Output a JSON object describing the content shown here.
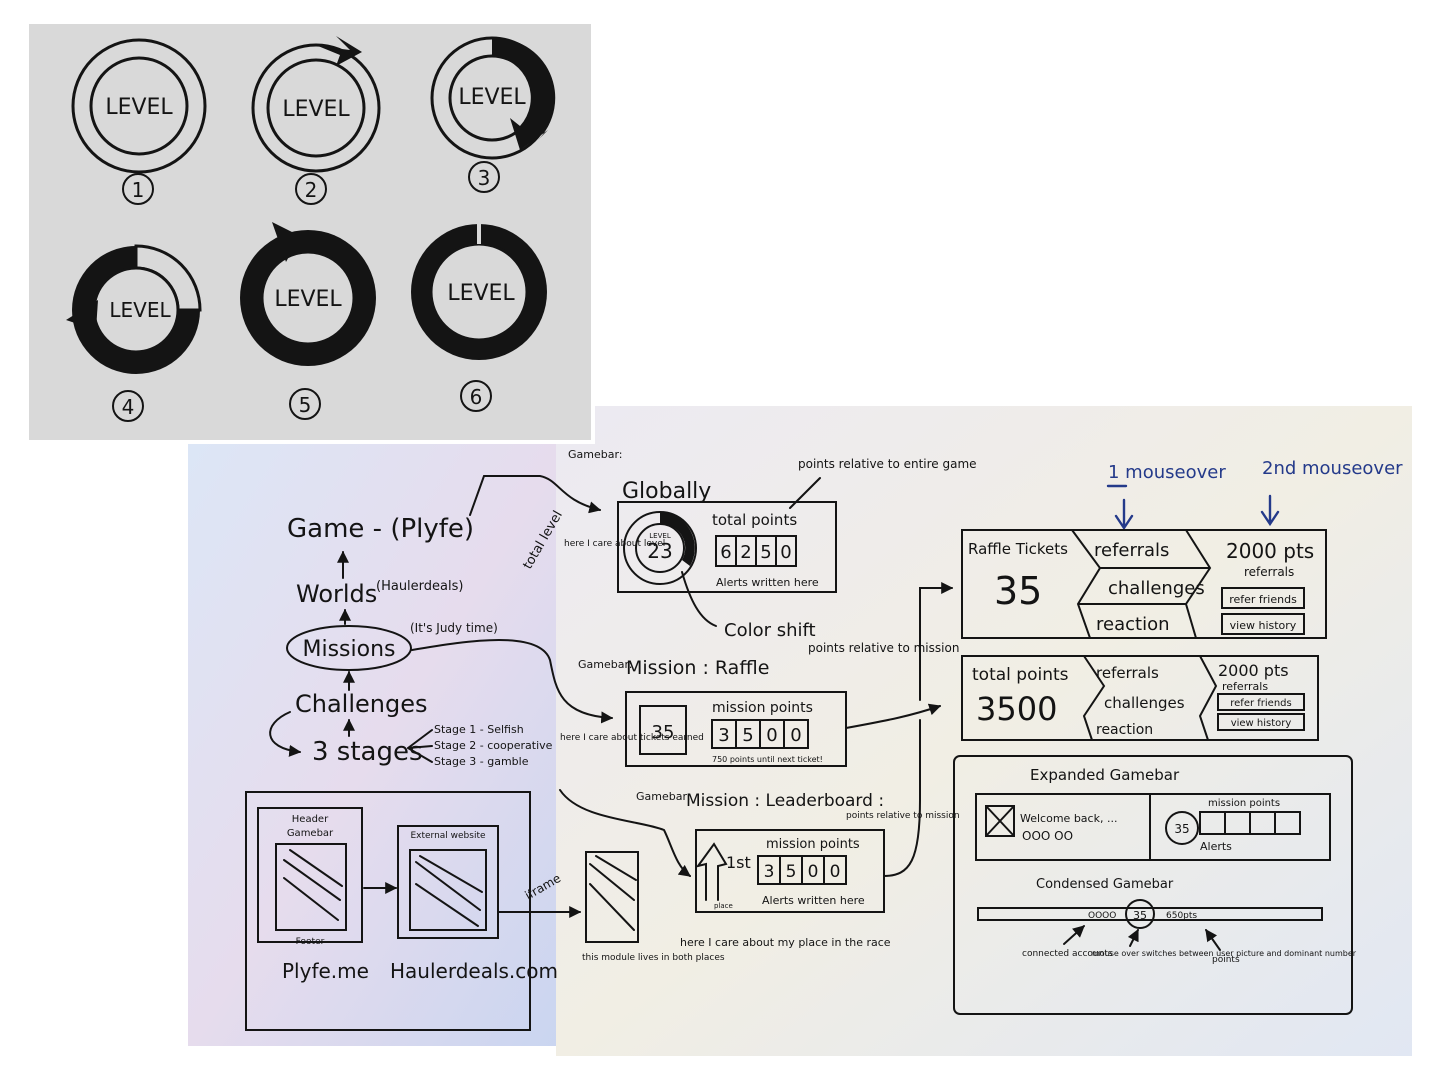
{
  "level_sketch": {
    "badges": [
      {
        "label": "LEVEL",
        "number": "1"
      },
      {
        "label": "LEVEL",
        "number": "2"
      },
      {
        "label": "LEVEL",
        "number": "3"
      },
      {
        "label": "LEVEL",
        "number": "4"
      },
      {
        "label": "LEVEL",
        "number": "5"
      },
      {
        "label": "LEVEL",
        "number": "6"
      }
    ]
  },
  "hierarchy": {
    "game": "Game - (Plyfe)",
    "worlds": "Worlds",
    "worlds_note": "(Haulerdeals)",
    "missions": "Missions",
    "missions_note": "(It's Judy time)",
    "challenges": "Challenges",
    "stages": "3 stages",
    "stage_items": [
      "Stage 1 - Selfish",
      "Stage 2 - cooperative",
      "Stage 3 - gamble"
    ],
    "total_level": "total level"
  },
  "embed": {
    "header": "Header",
    "gamebar": "Gamebar",
    "footer": "Footer",
    "external": "External website",
    "iframe": "iframe",
    "site1": "Plyfe.me",
    "site2": "Haulerdeals.com",
    "module_note": "this module lives in both places"
  },
  "global_bar": {
    "tag": "Gamebar:",
    "title": "Globally",
    "note": "points relative to entire game",
    "care": "here I care about level",
    "level_label": "LEVEL",
    "level": "23",
    "points_label": "total points",
    "digits": [
      "6",
      "2",
      "5",
      "0"
    ],
    "alerts": "Alerts written here",
    "color_shift": "Color shift"
  },
  "raffle_bar": {
    "tag": "Gamebar:",
    "title": "Mission : Raffle",
    "note": "points relative to mission",
    "care": "here I care about tickets earned",
    "tickets": "35",
    "points_label": "mission points",
    "digits": [
      "3",
      "5",
      "0",
      "0"
    ],
    "sub": "750 points until next ticket!"
  },
  "leader_bar": {
    "tag": "Gamebar:",
    "title": "Mission : Leaderboard :",
    "note": "points relative to mission",
    "place": "1st",
    "place_word": "place",
    "points_label": "mission points",
    "digits": [
      "3",
      "5",
      "0",
      "0"
    ],
    "alerts": "Alerts written here",
    "care": "here I care about my place in the race"
  },
  "mouseover": {
    "first": "1 mouseover",
    "second": "2nd mouseover"
  },
  "raffle_panel": {
    "title": "Raffle Tickets",
    "value": "35",
    "tabs": [
      "referrals",
      "challenges",
      "reaction"
    ],
    "pts": "2000 pts",
    "sub": "referrals",
    "btn1": "refer friends",
    "btn2": "view history"
  },
  "points_panel": {
    "title": "total points",
    "value": "3500",
    "tabs": [
      "referrals",
      "challenges",
      "reaction"
    ],
    "pts": "2000 pts",
    "sub": "referrals",
    "btn1": "refer friends",
    "btn2": "view history"
  },
  "expanded": {
    "title": "Expanded Gamebar",
    "welcome": "Welcome back, ...",
    "dots": "OOO OO",
    "level": "35",
    "points_label": "mission points",
    "alerts": "Alerts",
    "condensed_title": "Condensed Gamebar",
    "bar_left": "OOOO",
    "bar_right": "650pts",
    "connected": "connected accounts",
    "mouse_note": "mouse over switches between user picture and dominant number",
    "points": "points"
  }
}
